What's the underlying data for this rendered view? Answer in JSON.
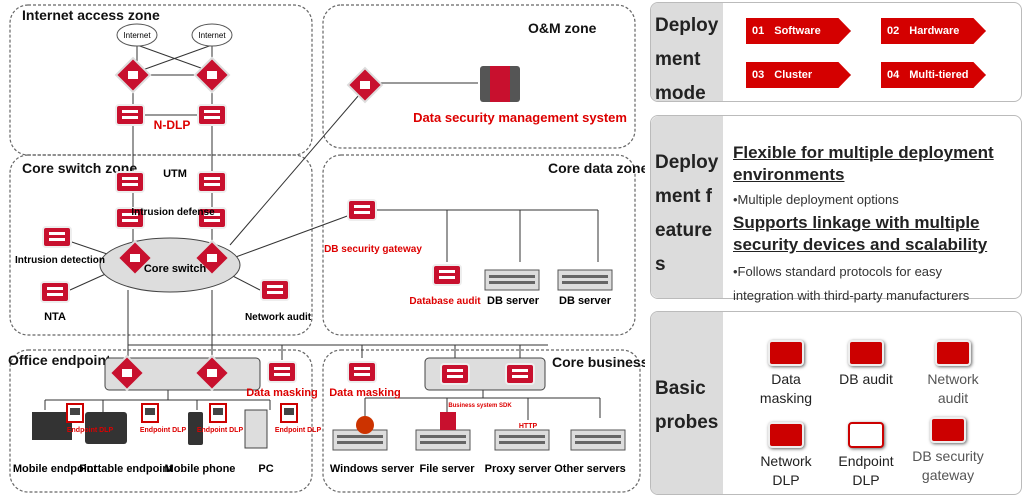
{
  "zones": {
    "internet": "Internet access zone",
    "om": "O&M  zone",
    "core_switch": "Core switch zone",
    "core_data": "Core data zone",
    "office": "Office endpoint zone",
    "core_business": "Core business zone"
  },
  "labels": {
    "internet": "Internet",
    "ndlp": "N-DLP",
    "utm": "UTM",
    "intrusion_defense": "Intrusion defense",
    "core_switch": "Core switch",
    "intrusion_detection": "Intrusion detection",
    "nta": "NTA",
    "network_audit": "Network audit",
    "dsms": "Data security management system",
    "db_gateway": "DB security gateway",
    "database_audit": "Database audit",
    "db_server": "DB server",
    "data_masking": "Data masking",
    "endpoint_dlp": "Endpoint DLP",
    "mobile_endpoint": "Mobile endpoint",
    "portable_endpoint": "Portable endpoint",
    "mobile_phone": "Mobile phone",
    "pc": "PC",
    "sdk": "Business system SDK",
    "http": "HTTP",
    "windows_server": "Windows server",
    "file_server": "File server",
    "proxy_server": "Proxy server",
    "other_servers": "Other servers"
  },
  "deployment_mode": {
    "title": "Deployment mode",
    "items": [
      {
        "num": "01",
        "label": "Software"
      },
      {
        "num": "02",
        "label": "Hardware"
      },
      {
        "num": "03",
        "label": "Cluster"
      },
      {
        "num": "04",
        "label": "Multi-tiered"
      }
    ]
  },
  "deployment_features": {
    "title": "Deployment features",
    "items": [
      {
        "heading": "Flexible for multiple deployment environments",
        "detail": "•Multiple deployment options"
      },
      {
        "heading": "Supports linkage with multiple security devices and scalability",
        "detail": "•Follows standard protocols for easy integration with third-party manufacturers"
      }
    ]
  },
  "basic_probes": {
    "title": "Basic probes",
    "items": [
      "Data masking",
      "DB audit",
      "Network audit",
      "Network DLP",
      "Endpoint DLP",
      "DB security gateway"
    ]
  },
  "colors": {
    "accent": "#d40000",
    "zone_border": "#666666",
    "panel_label_bg": "#dcdcdc"
  }
}
